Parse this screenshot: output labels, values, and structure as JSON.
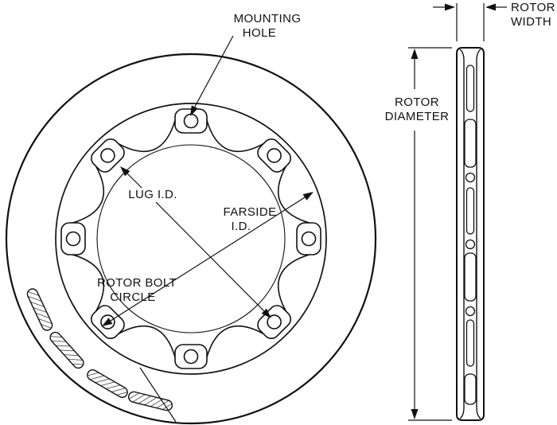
{
  "figure": {
    "background": "#ffffff",
    "line_color": "#111111"
  },
  "front_view": {
    "labels": {
      "mounting_hole": [
        "MOUNTING",
        "HOLE"
      ],
      "lug_id": "LUG I.D.",
      "farside_id": [
        "FARSIDE",
        "I.D."
      ],
      "rotor_bolt_circle": [
        "ROTOR BOLT",
        "CIRCLE"
      ]
    }
  },
  "side_view": {
    "labels": {
      "rotor_width": [
        "ROTOR",
        "WIDTH"
      ],
      "rotor_diameter": [
        "ROTOR",
        "DIAMETER"
      ]
    }
  }
}
